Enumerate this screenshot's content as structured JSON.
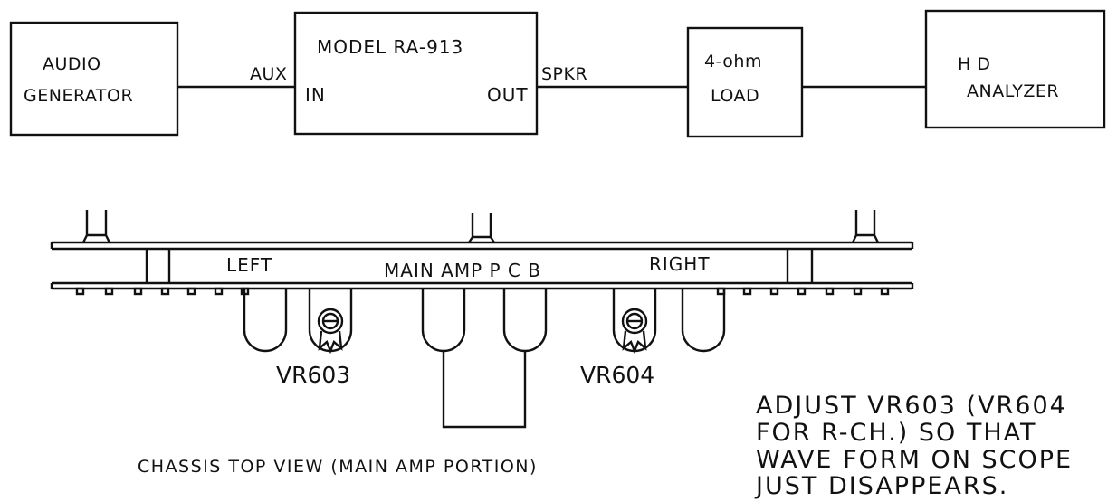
{
  "block_diagram": {
    "audio_generator": {
      "line1": "AUDIO",
      "line2": "GENERATOR"
    },
    "model": {
      "title": "MODEL RA-913",
      "in_label": "IN",
      "out_label": "OUT"
    },
    "aux_label": "AUX",
    "spkr_label": "SPKR",
    "load": {
      "line1": "4-ohm",
      "line2": "LOAD"
    },
    "hd_analyzer": {
      "line1": "H D",
      "line2": "ANALYZER"
    }
  },
  "chassis": {
    "left_label": "LEFT",
    "pcb_label": "MAIN AMP  P C B",
    "right_label": "RIGHT",
    "vr_left": "VR603",
    "vr_right": "VR604",
    "caption": "CHASSIS TOP VIEW (MAIN AMP PORTION)"
  },
  "note": {
    "line1": "ADJUST VR603 (VR604",
    "line2": "FOR R-CH.) SO THAT",
    "line3": "WAVE FORM ON SCOPE",
    "line4": "JUST DISAPPEARS."
  }
}
